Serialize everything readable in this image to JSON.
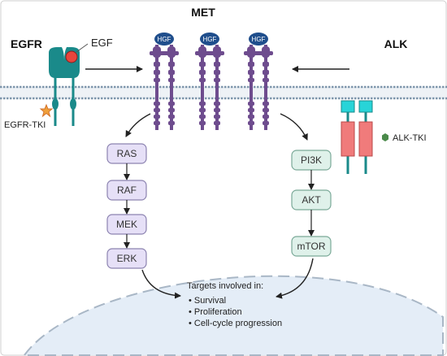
{
  "receptors": {
    "egfr": "EGFR",
    "egf": "EGF",
    "met": "MET",
    "alk": "ALK",
    "hgf": "HGF"
  },
  "drugs": {
    "egfr_tki": "EGFR-TKI",
    "alk_tki": "ALK-TKI"
  },
  "pathway_left": [
    "RAS",
    "RAF",
    "MEK",
    "ERK"
  ],
  "pathway_right": [
    "PI3K",
    "AKT",
    "mTOR"
  ],
  "targets": {
    "heading": "Targets involved in:",
    "items": [
      "• Survival",
      "• Proliferation",
      "• Cell-cycle progression"
    ]
  },
  "colors": {
    "egfr": "#1a8a8a",
    "egf": "#e8453c",
    "met": "#6e4c8e",
    "hgf": "#1f4e8c",
    "alk_head": "#28d4d8",
    "alk_body": "#f07b7b",
    "ras_pathway": "#e6e0f7",
    "pi3k_pathway": "#dff1ea",
    "nucleus": "#e4edf7",
    "membrane": "#7d95ab",
    "tki_star": "#f0a03a",
    "alk_tki": "#4a8a4a"
  }
}
